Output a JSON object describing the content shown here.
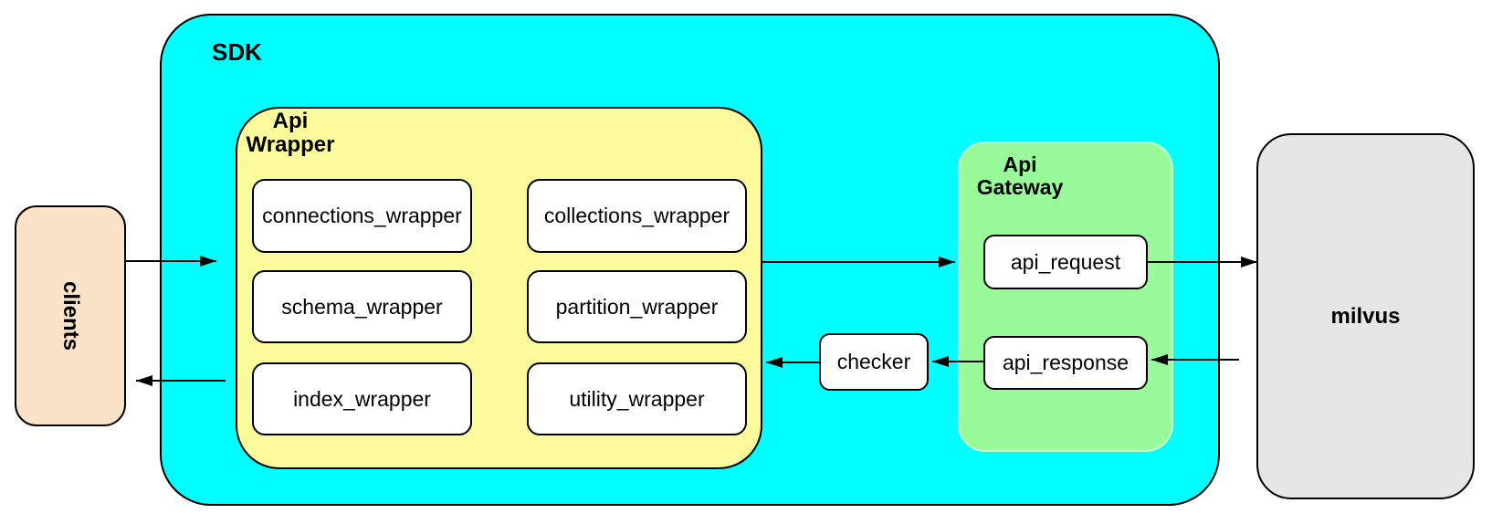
{
  "diagram": {
    "title_note": "SDK architecture diagram",
    "sdk": {
      "label": "SDK",
      "fill": "#00ffff"
    },
    "clients": {
      "label": "clients",
      "fill": "#fae3c8"
    },
    "api_wrapper": {
      "label_line1": "Api",
      "label_line2": "Wrapper",
      "fill": "#fbfb9e",
      "boxes": [
        {
          "label": "connections_wrapper"
        },
        {
          "label": "collections_wrapper"
        },
        {
          "label": "schema_wrapper"
        },
        {
          "label": "partition_wrapper"
        },
        {
          "label": "index_wrapper"
        },
        {
          "label": "utility_wrapper"
        }
      ]
    },
    "checker": {
      "label": "checker",
      "fill": "#ffffff"
    },
    "api_gateway": {
      "label_line1": "Api",
      "label_line2": "Gateway",
      "fill": "#99fa99",
      "boxes": [
        {
          "label": "api_request"
        },
        {
          "label": "api_response"
        }
      ]
    },
    "milvus": {
      "label": "milvus",
      "fill": "#e6e6e6"
    },
    "border_color": "#000000",
    "arrows": [
      {
        "from": "clients",
        "to": "api_wrapper"
      },
      {
        "from": "api_wrapper",
        "to": "clients"
      },
      {
        "from": "api_wrapper",
        "to": "api_gateway"
      },
      {
        "from": "api_request",
        "to": "milvus"
      },
      {
        "from": "milvus",
        "to": "api_response"
      },
      {
        "from": "api_response",
        "to": "checker"
      },
      {
        "from": "checker",
        "to": "api_wrapper"
      }
    ]
  }
}
